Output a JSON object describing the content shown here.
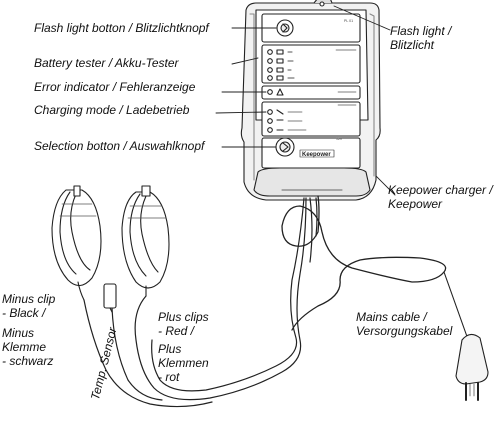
{
  "labels": {
    "flash_button": "Flash light botton / Blitzlichtknopf",
    "battery_tester": "Battery tester / Akku-Tester",
    "error_indicator": "Error indicator / Fehleranzeige",
    "charging_mode": "Charging mode / Ladebetrieb",
    "selection_button": "Selection botton / Auswahlknopf",
    "flash_light_1": "Flash light /",
    "flash_light_2": "Blitzlicht",
    "charger_1": "Keepower charger /",
    "charger_2": "Keepower",
    "mains_1": "Mains cable /",
    "mains_2": "Versorgungskabel",
    "minus_1": "Minus clip",
    "minus_2": "- Black /",
    "minus_3": "Minus",
    "minus_4": "Klemme",
    "minus_5": "- schwarz",
    "plus_1": "Plus clips",
    "plus_2": "- Red /",
    "plus_3": "Plus",
    "plus_4": "Klemmen",
    "plus_5": "- rot",
    "temp_sensor": "Temp. Sensor",
    "brand": "Keepower"
  },
  "colors": {
    "line": "#222222",
    "body": "#f2f2f2",
    "panel": "#ffffff",
    "shadow": "#d9d9d9"
  }
}
